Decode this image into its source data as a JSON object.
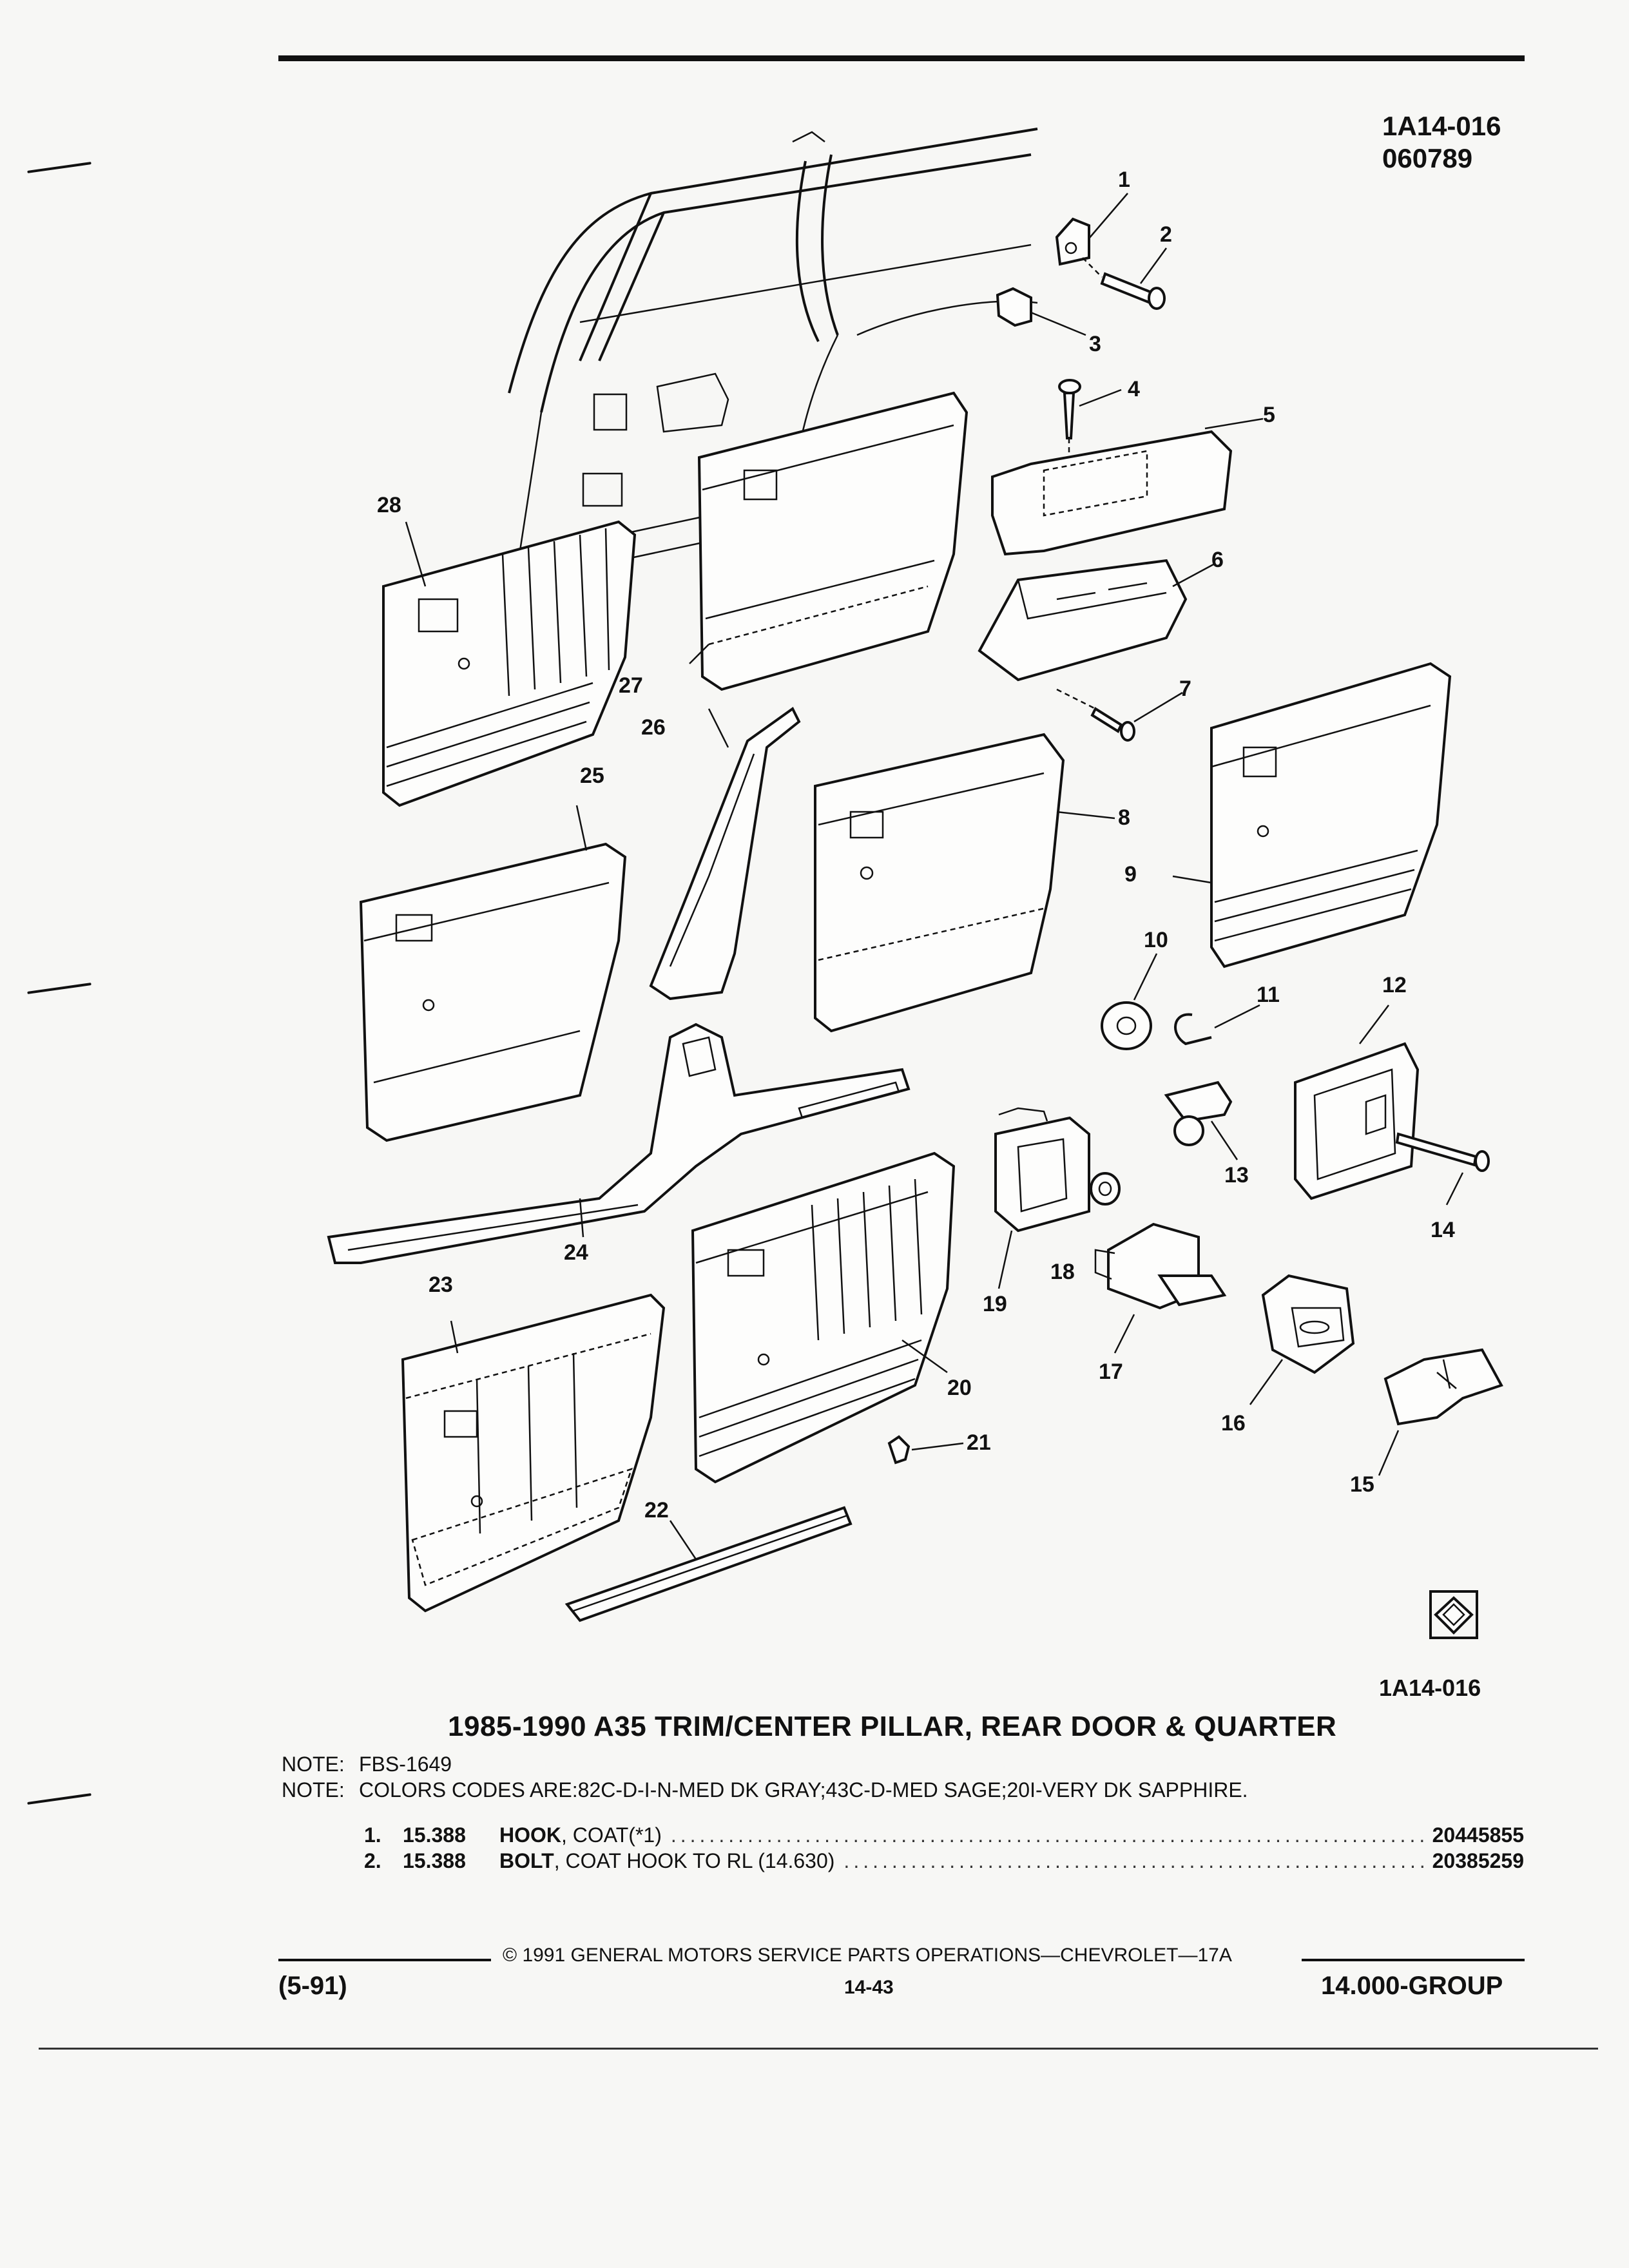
{
  "header": {
    "figure_code": "1A14-016",
    "date_code": "060789"
  },
  "figure": {
    "bottom_code": "1A14-016",
    "callouts": [
      "1",
      "2",
      "3",
      "4",
      "5",
      "6",
      "7",
      "8",
      "9",
      "10",
      "11",
      "12",
      "13",
      "14",
      "15",
      "16",
      "17",
      "18",
      "19",
      "20",
      "21",
      "22",
      "23",
      "24",
      "25",
      "26",
      "27",
      "28"
    ]
  },
  "section": {
    "title": "1985-1990 A35 TRIM/CENTER PILLAR, REAR DOOR & QUARTER",
    "notes": [
      {
        "label": "NOTE:",
        "text": "FBS-1649"
      },
      {
        "label": "NOTE:",
        "text": "COLORS CODES ARE:82C-D-I-N-MED DK GRAY;43C-D-MED SAGE;20I-VERY DK SAPPHIRE."
      }
    ],
    "parts": [
      {
        "num": "1.",
        "group": "15.388",
        "name": "HOOK",
        "desc": ", COAT(*1)",
        "part_number": "20445855"
      },
      {
        "num": "2.",
        "group": "15.388",
        "name": "BOLT",
        "desc": ", COAT HOOK TO RL (14.630)",
        "part_number": "20385259"
      }
    ]
  },
  "footer": {
    "copyright": "© 1991 GENERAL MOTORS SERVICE PARTS OPERATIONS—CHEVROLET—17A",
    "date": "(5-91)",
    "page": "14-43",
    "group": "14.000-GROUP"
  }
}
